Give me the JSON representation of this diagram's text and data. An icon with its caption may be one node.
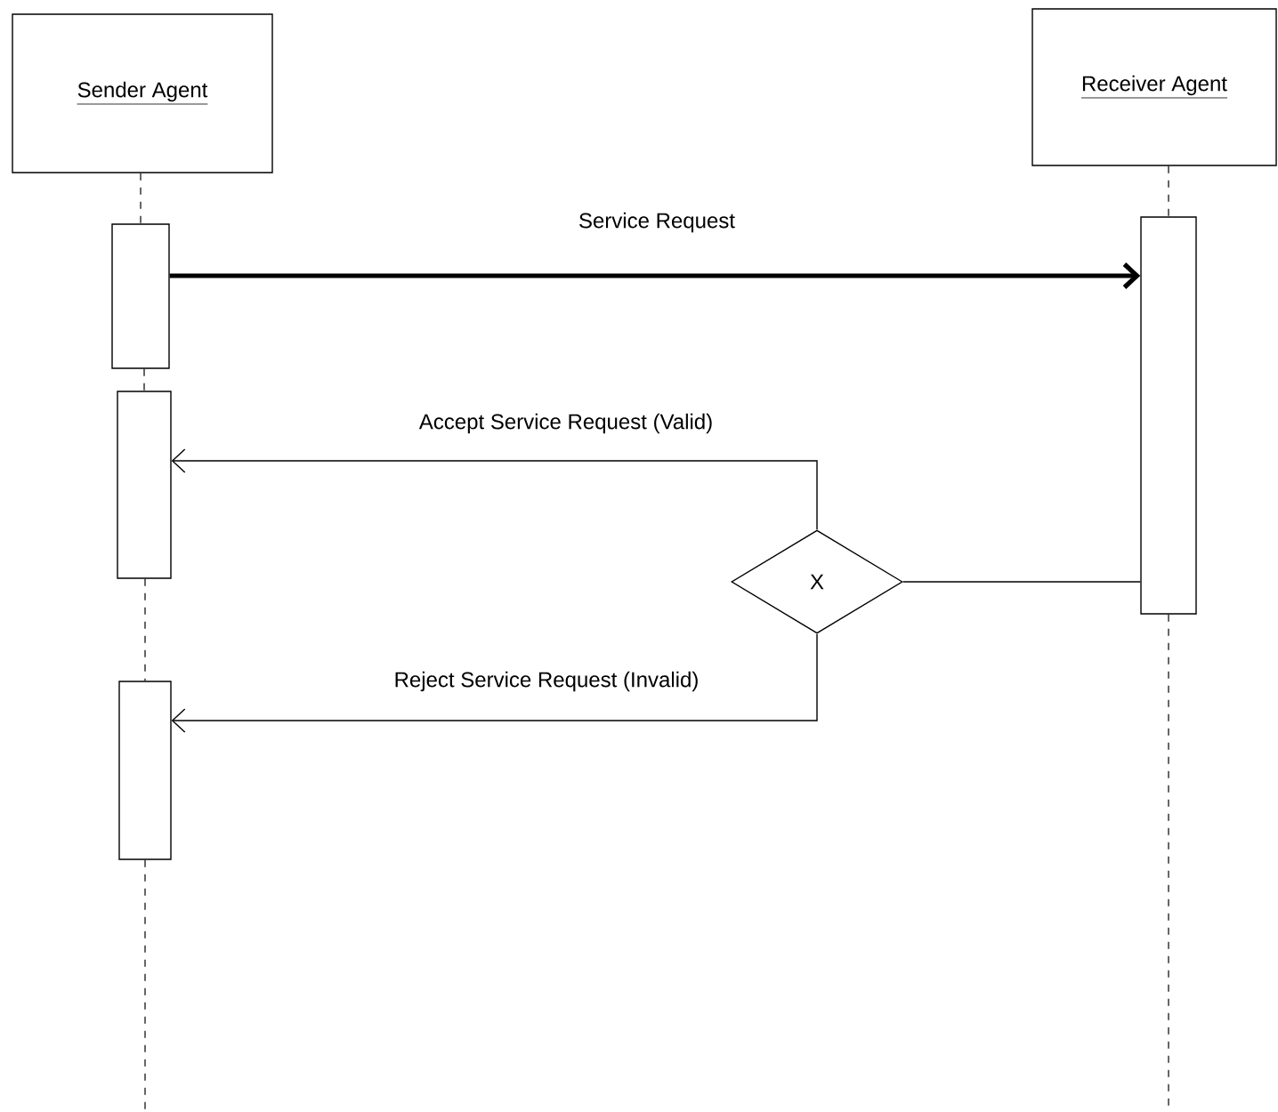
{
  "diagram": {
    "nodes": [
      {
        "text": [
          "Sender Agent"
        ]
      },
      {
        "text": [
          "Receiver Agent"
        ]
      },
      {
        "text": [],
        "shape": "box"
      },
      {
        "text": [],
        "shape": "box"
      },
      {
        "text": [],
        "shape": "box"
      },
      {
        "text": [],
        "shape": "box"
      },
      {
        "text": [
          "X"
        ]
      }
    ],
    "edges": [
      {
        "from": 2,
        "to": 5,
        "arrow": "to",
        "label": "Service Request",
        "style": "thick"
      },
      {
        "from": 5,
        "to": 6,
        "arrow": "none"
      },
      {
        "from": 6,
        "to": 3,
        "arrow": "to",
        "label": "Accept Service Request (Valid)"
      },
      {
        "from": 6,
        "to": 4,
        "arrow": "to",
        "label": "Reject Service Request (Invalid)"
      },
      {
        "from": 0,
        "to": 2,
        "arrow": "none",
        "style": "dashed"
      },
      {
        "from": 2,
        "to": 3,
        "arrow": "none",
        "style": "dashed"
      },
      {
        "from": 3,
        "to": 4,
        "arrow": "none",
        "style": "dashed"
      },
      {
        "from": 4,
        "to": null,
        "arrow": "none",
        "style": "dashed"
      },
      {
        "from": 1,
        "to": 5,
        "arrow": "none",
        "style": "dashed"
      },
      {
        "from": 5,
        "to": null,
        "arrow": "none",
        "style": "dashed"
      }
    ]
  }
}
